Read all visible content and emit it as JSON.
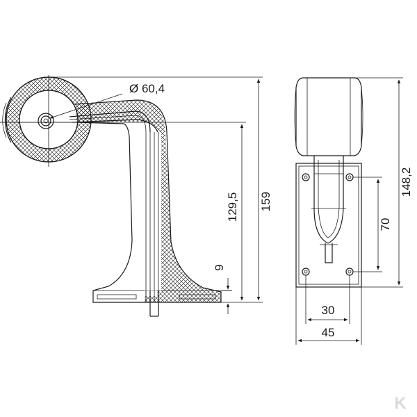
{
  "dimensions": {
    "lens_diameter": "Ø 60,4",
    "total_height": "159",
    "arm_height": "129,5",
    "base_thickness": "9",
    "front_height": "148,2",
    "hole_spacing_vertical": "70",
    "hole_spacing_horizontal": "30",
    "plate_width": "45"
  },
  "watermark": "K",
  "colors": {
    "ink": "#1a1a1a",
    "watermark": "#d9d9d9"
  }
}
